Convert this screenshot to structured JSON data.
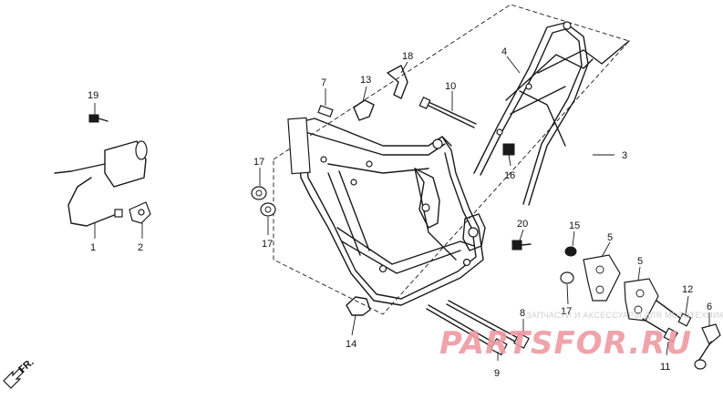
{
  "callouts": [
    {
      "id": "c1",
      "label": "1"
    },
    {
      "id": "c2",
      "label": "2"
    },
    {
      "id": "c3",
      "label": "3"
    },
    {
      "id": "c4",
      "label": "4"
    },
    {
      "id": "c5a",
      "label": "5"
    },
    {
      "id": "c5b",
      "label": "5"
    },
    {
      "id": "c6",
      "label": "6"
    },
    {
      "id": "c7",
      "label": "7"
    },
    {
      "id": "c8",
      "label": "8"
    },
    {
      "id": "c9",
      "label": "9"
    },
    {
      "id": "c10",
      "label": "10"
    },
    {
      "id": "c11",
      "label": "11"
    },
    {
      "id": "c12",
      "label": "12"
    },
    {
      "id": "c13",
      "label": "13"
    },
    {
      "id": "c14",
      "label": "14"
    },
    {
      "id": "c15",
      "label": "15"
    },
    {
      "id": "c16",
      "label": "16"
    },
    {
      "id": "c17a",
      "label": "17"
    },
    {
      "id": "c17b",
      "label": "17"
    },
    {
      "id": "c17c",
      "label": "17"
    },
    {
      "id": "c18",
      "label": "18"
    },
    {
      "id": "c19",
      "label": "19"
    },
    {
      "id": "c20",
      "label": "20"
    }
  ],
  "direction": {
    "label": "FR.",
    "icon": "front-arrow-icon"
  },
  "watermark": {
    "tagline": "ЗАПЧАСТИ И АКСЕССУАРЫ ДЛЯ МОТОТЕХНИКИ",
    "brand": "PARTSFOR.RU",
    "color": "#ef9aa1"
  }
}
